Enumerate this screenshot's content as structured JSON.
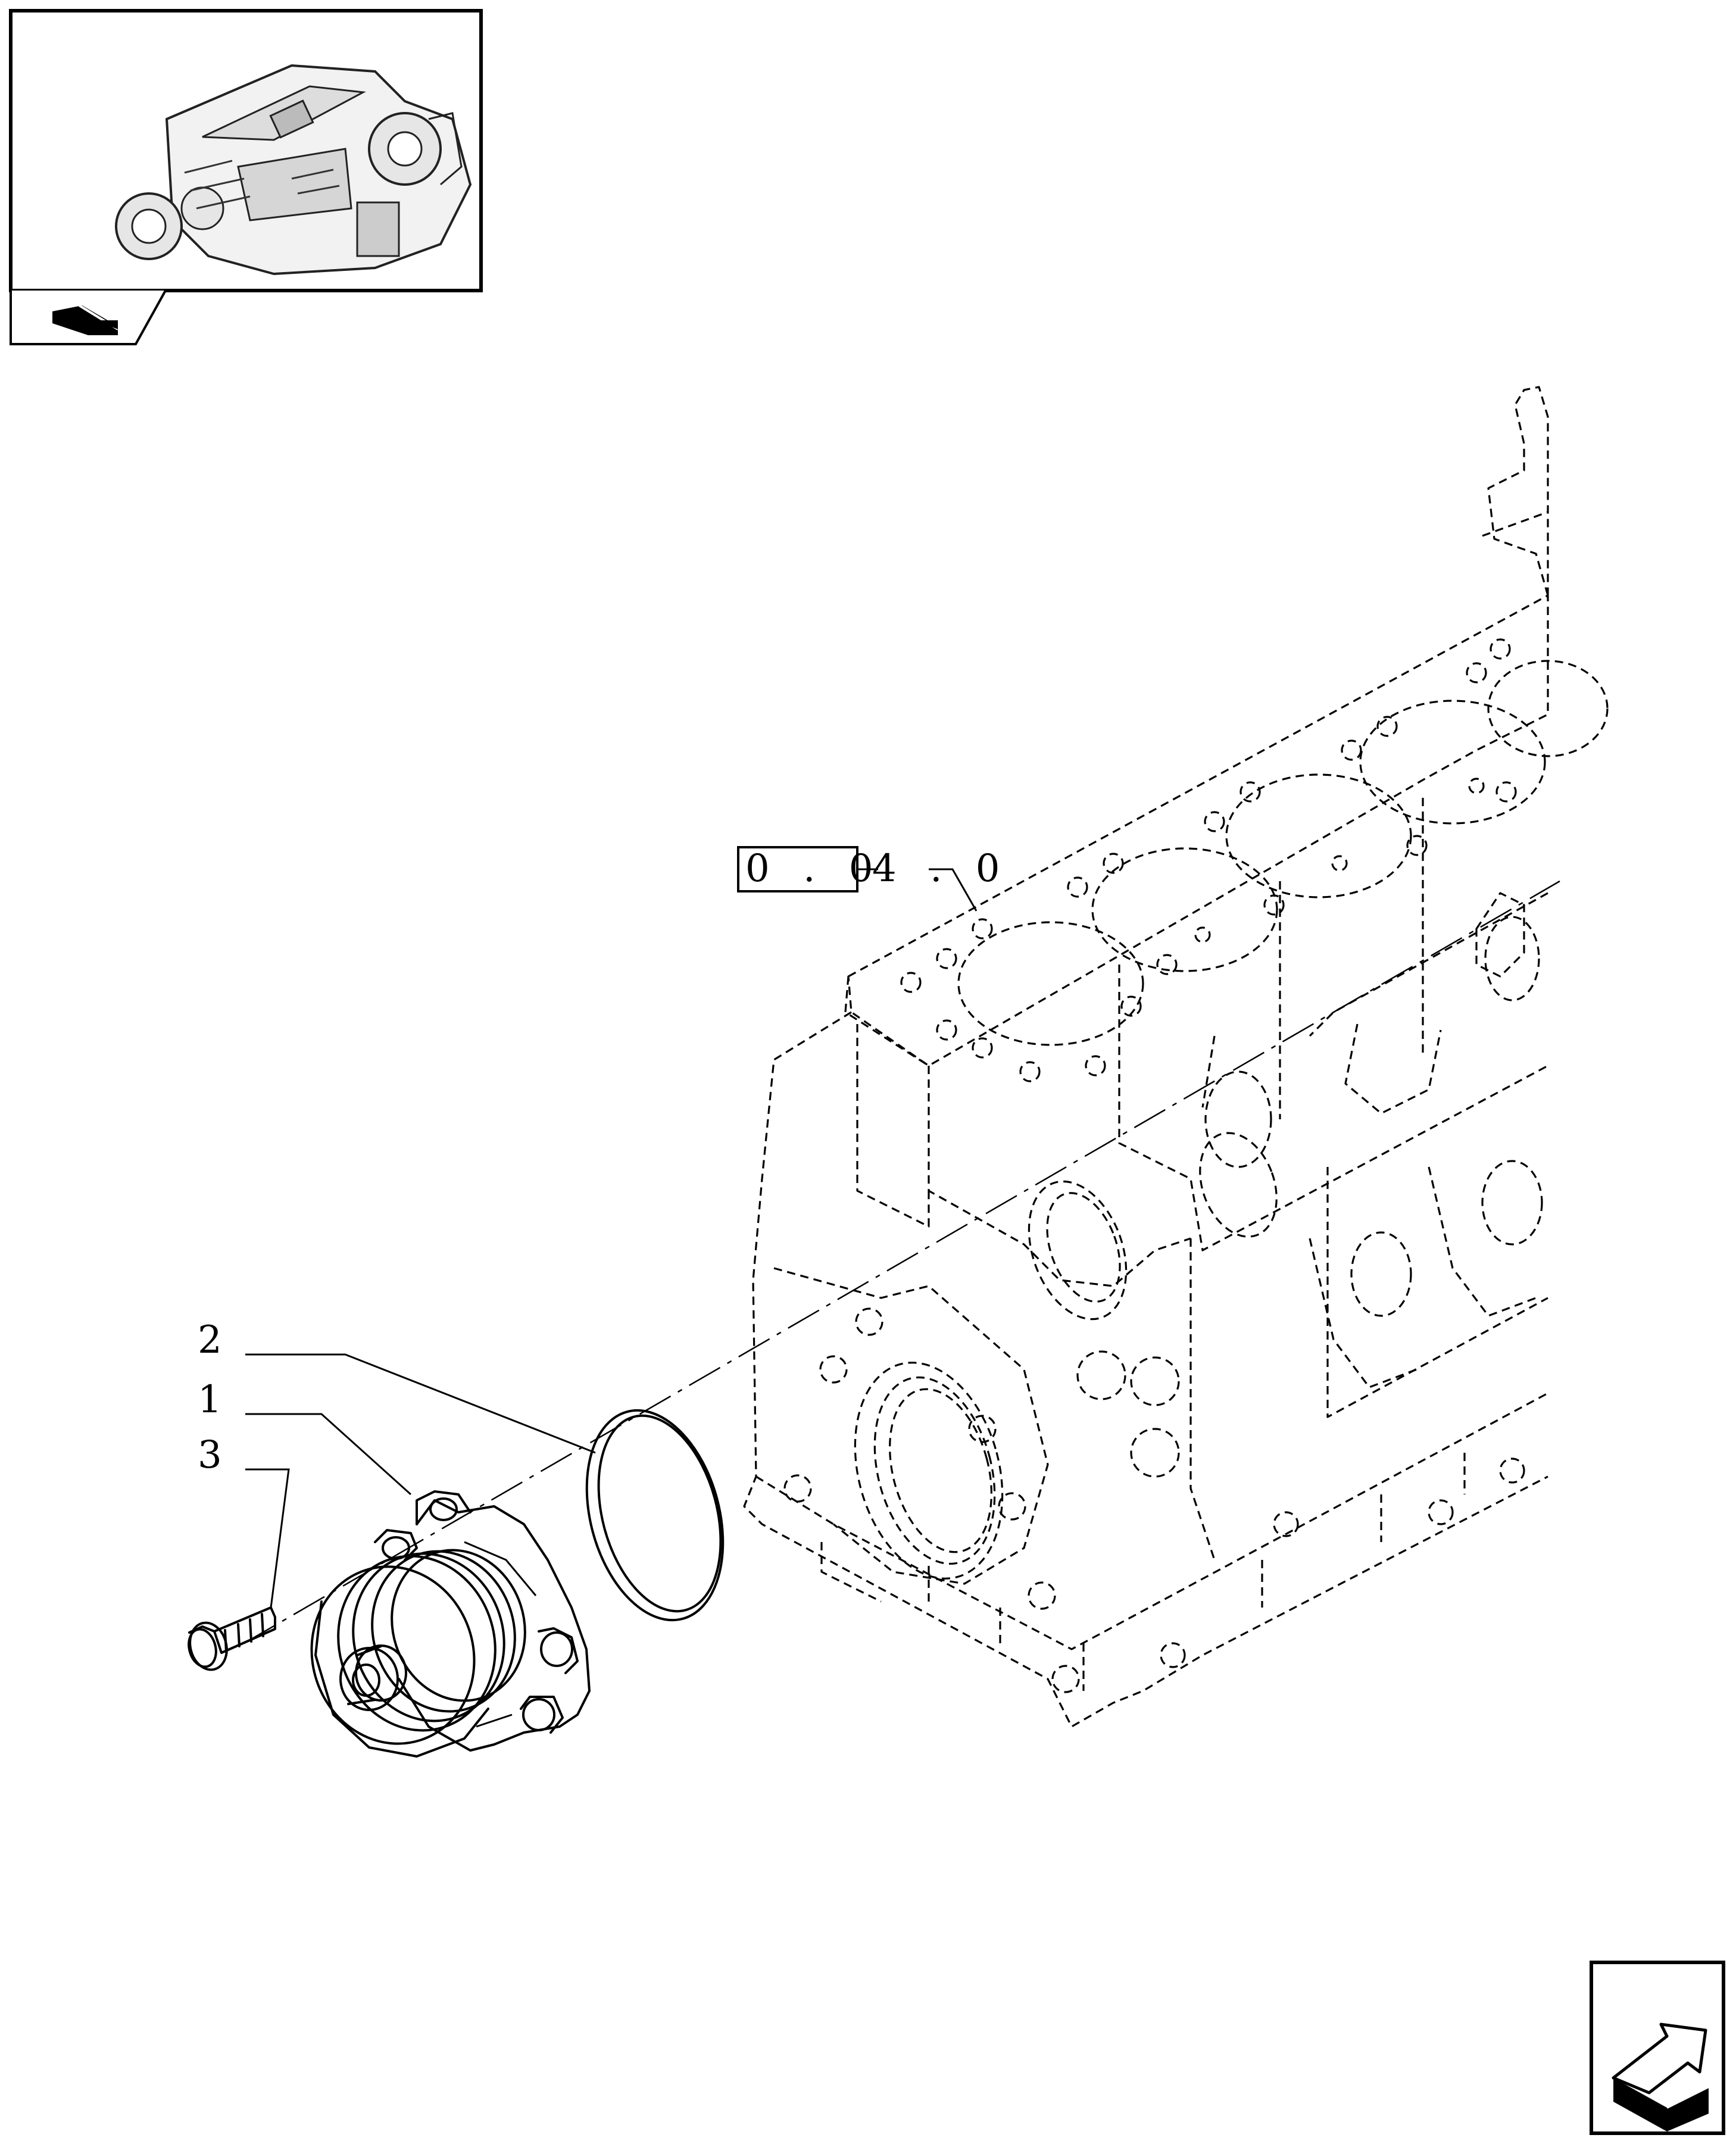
{
  "reference_box": {
    "boxed": "0 . 0",
    "rest": "4 . 0"
  },
  "callouts": [
    {
      "label": "2",
      "part": "seal-ring"
    },
    {
      "label": "1",
      "part": "water-pump"
    },
    {
      "label": "3",
      "part": "bolt"
    }
  ],
  "icons": {
    "thumbnail": "engine-assembly-thumbnail",
    "prev_nav": "arrow-back-nav-icon",
    "next_nav": "arrow-next-nav-icon"
  },
  "colors": {
    "ink": "#000000",
    "paper": "#ffffff"
  }
}
